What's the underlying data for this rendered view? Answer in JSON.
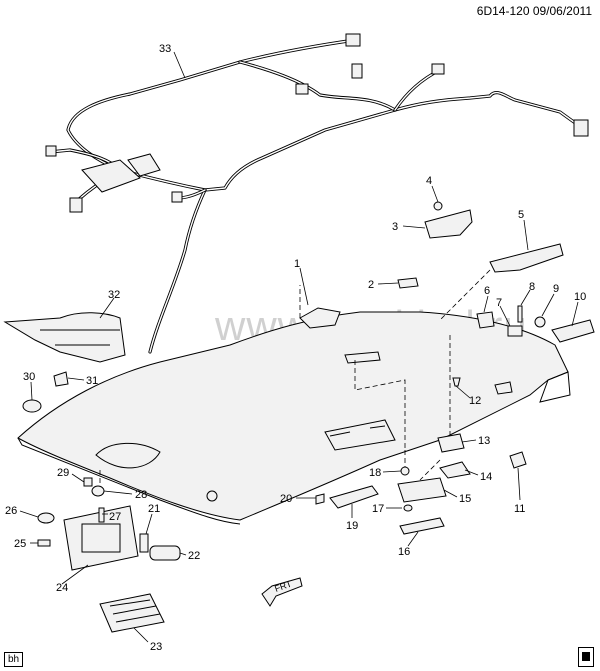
{
  "drawing_code": "6D14-120  09/06/2011",
  "corner_tag": "bh",
  "watermark": "www.gm-klad.ru",
  "direction_label": "FRT",
  "callouts": [
    {
      "n": "1"
    },
    {
      "n": "2"
    },
    {
      "n": "3"
    },
    {
      "n": "4"
    },
    {
      "n": "5"
    },
    {
      "n": "6"
    },
    {
      "n": "7"
    },
    {
      "n": "8"
    },
    {
      "n": "9"
    },
    {
      "n": "10"
    },
    {
      "n": "11"
    },
    {
      "n": "12"
    },
    {
      "n": "13"
    },
    {
      "n": "14"
    },
    {
      "n": "15"
    },
    {
      "n": "16"
    },
    {
      "n": "17"
    },
    {
      "n": "18"
    },
    {
      "n": "19"
    },
    {
      "n": "20"
    },
    {
      "n": "21"
    },
    {
      "n": "22"
    },
    {
      "n": "23"
    },
    {
      "n": "24"
    },
    {
      "n": "25"
    },
    {
      "n": "26"
    },
    {
      "n": "27"
    },
    {
      "n": "28"
    },
    {
      "n": "29"
    },
    {
      "n": "30"
    },
    {
      "n": "31"
    },
    {
      "n": "32"
    },
    {
      "n": "33"
    }
  ]
}
